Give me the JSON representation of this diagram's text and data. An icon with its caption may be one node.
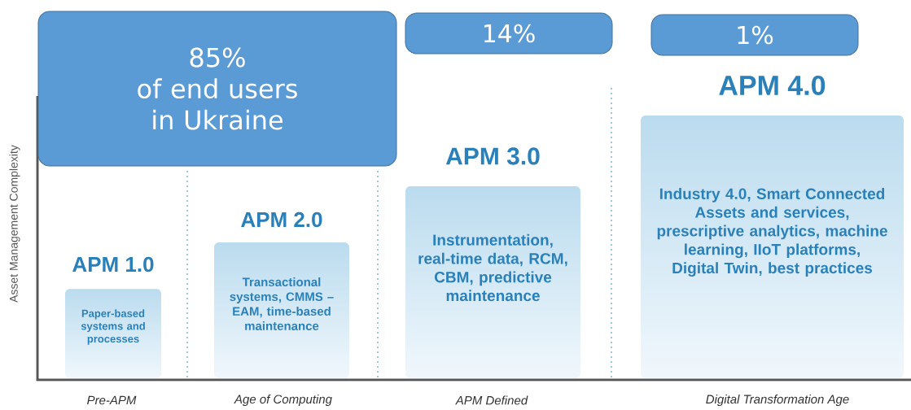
{
  "diagram": {
    "nodes": [
      {
        "text": [
          "85%",
          "of end users in Ukraine"
        ]
      },
      {
        "text": [
          "14%"
        ]
      },
      {
        "text": [
          "1%"
        ]
      },
      {
        "text": [
          "APM 1.0",
          "Paper-based systems and processes"
        ]
      },
      {
        "text": [
          "APM 2.0",
          "Transactional systems, CMMS – EAM, time-based maintenance"
        ]
      },
      {
        "text": [
          "APM 3.0",
          "Instrumentation, real-time data, RCM, CBM, predictive maintenance"
        ]
      },
      {
        "text": [
          "APM 4.0",
          "Industry 4.0, Smart Connected Assets and services, prescriptive analytics, machine learning, IIoT platforms, Digital Twin, best practices"
        ]
      }
    ],
    "labels": [
      "Asset Management Complexity",
      "Pre-APM",
      "Age of Computing",
      "APM Defined",
      "Digital Transformation Age"
    ]
  }
}
